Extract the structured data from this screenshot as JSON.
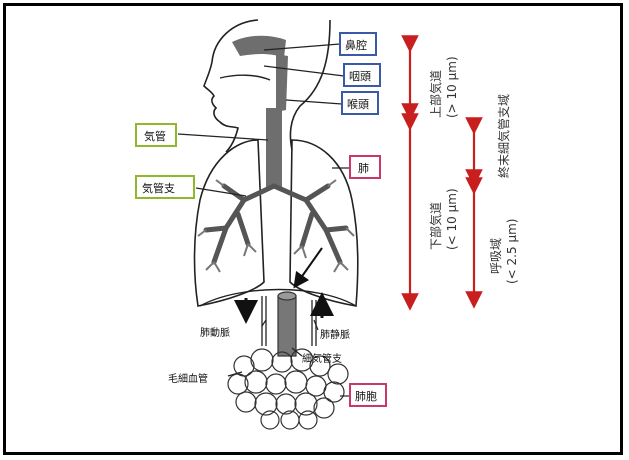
{
  "labels": {
    "nasal_cavity": "鼻腔",
    "pharynx": "咽頭",
    "larynx": "喉頭",
    "trachea": "気管",
    "bronchi": "気管支",
    "lung": "肺",
    "pulmonary_artery": "肺動脈",
    "pulmonary_vein": "肺静脈",
    "bronchiole": "細気管支",
    "capillary": "毛細血管",
    "alveolus": "肺胞"
  },
  "regions": {
    "upper_airway": "上部気道",
    "upper_airway_size": "(> 10 µm)",
    "lower_airway": "下部気道",
    "lower_airway_size": "(< 10 µm)",
    "terminal_bronchiole_region": "終末細気管支域",
    "respiratory_region": "呼吸域",
    "respiratory_region_size": "(< 2.5 µm)"
  },
  "colors": {
    "box_blue": "#3a5aa8",
    "box_green": "#8fb82a",
    "box_pink": "#c8386a",
    "arrow_red": "#c81e1e",
    "airway_gray": "#6e6e6e"
  }
}
